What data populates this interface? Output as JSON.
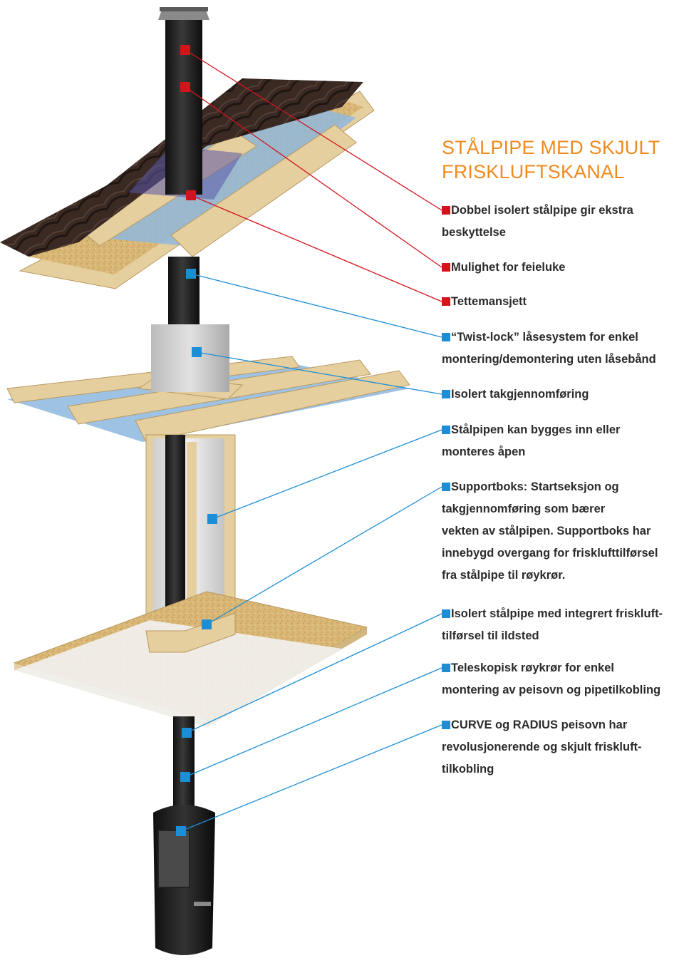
{
  "title": {
    "lines": [
      "STÅLPIPE MED SKJULT",
      "FRISKLUFTSKANAL"
    ],
    "color": "#f08a1e"
  },
  "colors": {
    "red": "#d3141b",
    "blue": "#1b8ed6",
    "pipe": "#1e1e1e",
    "tile": "#3b2a24",
    "wood": "#e6cf9e",
    "insulation": "#d9b776",
    "membrane": "#8fb8dd"
  },
  "callouts": [
    {
      "color": "red",
      "lines": [
        "Dobbel isolert stålpipe gir ekstra",
        "beskyttelse"
      ]
    },
    {
      "color": "red",
      "lines": [
        "Mulighet for feieluke"
      ]
    },
    {
      "color": "red",
      "lines": [
        "Tettemansjett"
      ]
    },
    {
      "color": "blue",
      "lines": [
        "“Twist-lock” låsesystem for enkel",
        "montering/demontering uten låsebånd"
      ]
    },
    {
      "color": "blue",
      "lines": [
        "Isolert takgjennomføring"
      ]
    },
    {
      "color": "blue",
      "lines": [
        "Stålpipen kan bygges inn eller",
        "monteres åpen"
      ]
    },
    {
      "color": "blue",
      "lines": [
        "Supportboks: Startseksjon og",
        "takgjennomføring som bærer",
        "vekten av stålpipen. Supportboks har",
        "innebygd overgang for frisklufttilførsel",
        "fra stålpipe til røykrør."
      ]
    },
    {
      "color": "blue",
      "lines": [
        "Isolert stålpipe med integrert friskluft-",
        "tilførsel til ildsted"
      ]
    },
    {
      "color": "blue",
      "lines": [
        "Teleskopisk røykrør for enkel",
        "montering av peisovn og pipetilkobling"
      ]
    },
    {
      "color": "blue",
      "lines": [
        "CURVE og RADIUS peisovn har",
        "revolusjonerende og skjult friskluft-",
        "tilkobling"
      ]
    }
  ]
}
